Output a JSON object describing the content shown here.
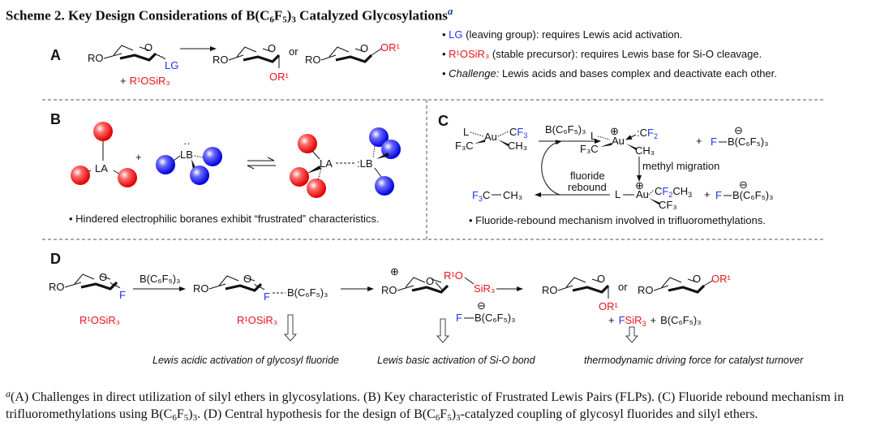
{
  "title": {
    "prefix": "Scheme 2. Key Design Considerations of B(C",
    "sub1": "6",
    "mid1": "F",
    "sub2": "5",
    "mid2": ")",
    "sub3": "3",
    "suffix": " Catalyzed Glycosylations",
    "footnote_mark": "a"
  },
  "panels": {
    "A": {
      "label": "A",
      "reactant_RO": "RO",
      "ring_O": "O",
      "leaving_group": "LG",
      "plus_reagent": "+",
      "reagent": "R¹OSiR₃",
      "or": "or",
      "product_alpha_OR": "OR¹",
      "product_beta_OR": "OR¹",
      "notes": [
        {
          "colored": "LG",
          "color": "blue",
          "text": " (leaving group): requires Lewis acid activation."
        },
        {
          "colored": "R¹OSiR₃",
          "color": "red",
          "text": " (stable precursor): requires Lewis base for Si-O cleavage."
        },
        {
          "italic": "Challenge:",
          "text": " Lewis acids and bases complex and deactivate each other."
        }
      ]
    },
    "B": {
      "label": "B",
      "lewis_acid": "LA",
      "lewis_base": "LB",
      "plus": "+",
      "lone_pair": "··",
      "pair_bond": "LA- - - -:LB",
      "note": "• Hindered electrophilic boranes exhibit “frustrated” characteristics."
    },
    "C": {
      "label": "C",
      "reagent": "B(C₆F₅)₃",
      "complex1": {
        "L": "L",
        "metal": "Au",
        "CF3_top": "CF₃",
        "CF3_left": "F₃C",
        "CH3": "CH₃"
      },
      "complex2": {
        "L": "L",
        "metal": "Au",
        "carbene": ":CF₂",
        "CF3_left": "F₃C",
        "CH3": "CH₃",
        "charge": "⊕"
      },
      "complex3": {
        "L": "L",
        "metal": "Au",
        "CF2CH3": "CF₂CH₃",
        "CF3": "CF₃",
        "charge": "⊕"
      },
      "borate": {
        "F": "F",
        "B": "B(C₆F₅)₃",
        "charge": "⊖"
      },
      "plus": "+",
      "step_migration": "methyl migration",
      "step_rebound_1": "fluoride",
      "step_rebound_2": "rebound",
      "product": {
        "F3C": "F₃C",
        "CH3": "CH₃"
      },
      "note": "• Fluoride-rebound mechanism involved in trifluoromethylations."
    },
    "D": {
      "label": "D",
      "RO": "RO",
      "ring_O": "O",
      "fluoride": "F",
      "catalyst": "B(C₆F₅)₃",
      "silyl_ether": "R¹OSiR₃",
      "oxocarbenium_charge": "⊕",
      "silyl_R1O": "R¹O",
      "silyl_SiR3": "SiR₃",
      "borate_F": "F",
      "borate_B": "B(C₆F₅)₃",
      "borate_charge": "⊖",
      "or": "or",
      "product_OR": "OR¹",
      "byproduct_plus1": "+",
      "byproduct_FSiR3": "FSiR₃",
      "byproduct_plus2": "+",
      "byproduct_catalyst": "B(C₆F₅)₃",
      "notes": [
        "Lewis acidic activation of glycosyl fluoride",
        "Lewis basic activation of Si-O bond",
        "thermodynamic driving force for catalyst turnover"
      ]
    }
  },
  "caption": {
    "mark": "a",
    "text_parts": [
      "(A) Challenges in direct utilization of silyl ethers in glycosylations. (B) Key characteristic of Frustrated Lewis Pairs (FLPs). (C) Fluoride rebound mechanism in trifluoromethylations using B(C",
      "6",
      "F",
      "5",
      ")",
      "3",
      ". (D) Central hypothesis for the design of B(C",
      "6",
      "F",
      "5",
      ")",
      "3",
      "-catalyzed coupling of glycosyl fluorides and silyl ethers."
    ]
  },
  "colors": {
    "red": "#e8141b",
    "blue": "#2233ee",
    "text": "#111111",
    "divider": "#555555"
  }
}
